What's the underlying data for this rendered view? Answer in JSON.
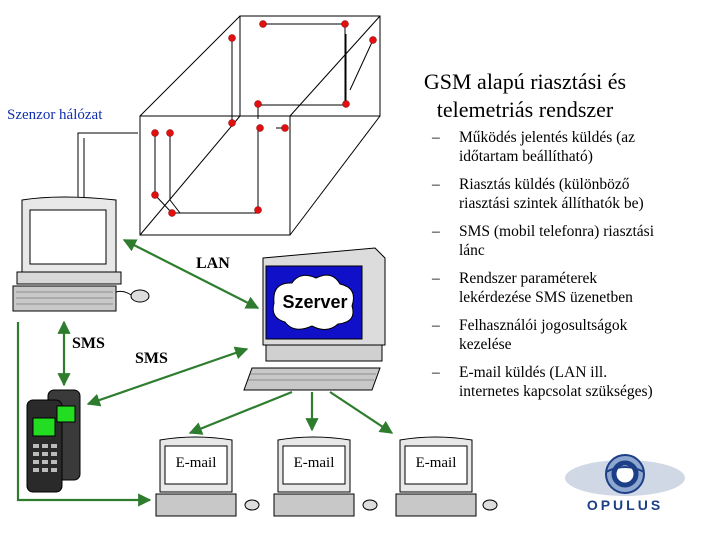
{
  "title": [
    "GSM alapú riasztási és",
    "telemetriás rendszer"
  ],
  "bullets": [
    [
      "Működés jelentés küldés (az",
      "időtartam beállítható)"
    ],
    [
      "Riasztás küldés (különböző",
      "riasztási szintek állíthatók be)"
    ],
    [
      "SMS (mobil telefonra) riasztási",
      "lánc"
    ],
    [
      "Rendszer paraméterek",
      "lekérdezése SMS üzenetben"
    ],
    [
      "Felhasználói jogosultságok",
      "kezelése"
    ],
    [
      "E-mail küldés (LAN ill.",
      "internetes kapcsolat szükséges)"
    ]
  ],
  "bullet_dash": "–",
  "labels": {
    "sensor_network": "Szenzor hálózat",
    "lan": "LAN",
    "sms_left": "SMS",
    "sms_mid": "SMS",
    "server": "Szerver",
    "email": "E-mail"
  },
  "logo": "OPULUS",
  "colors": {
    "arrow": "#2e7d2e",
    "node": "#e01010",
    "screen_blue": "#1010c8",
    "sensor_label": "#1030b0",
    "logo": "#1d3f87"
  }
}
